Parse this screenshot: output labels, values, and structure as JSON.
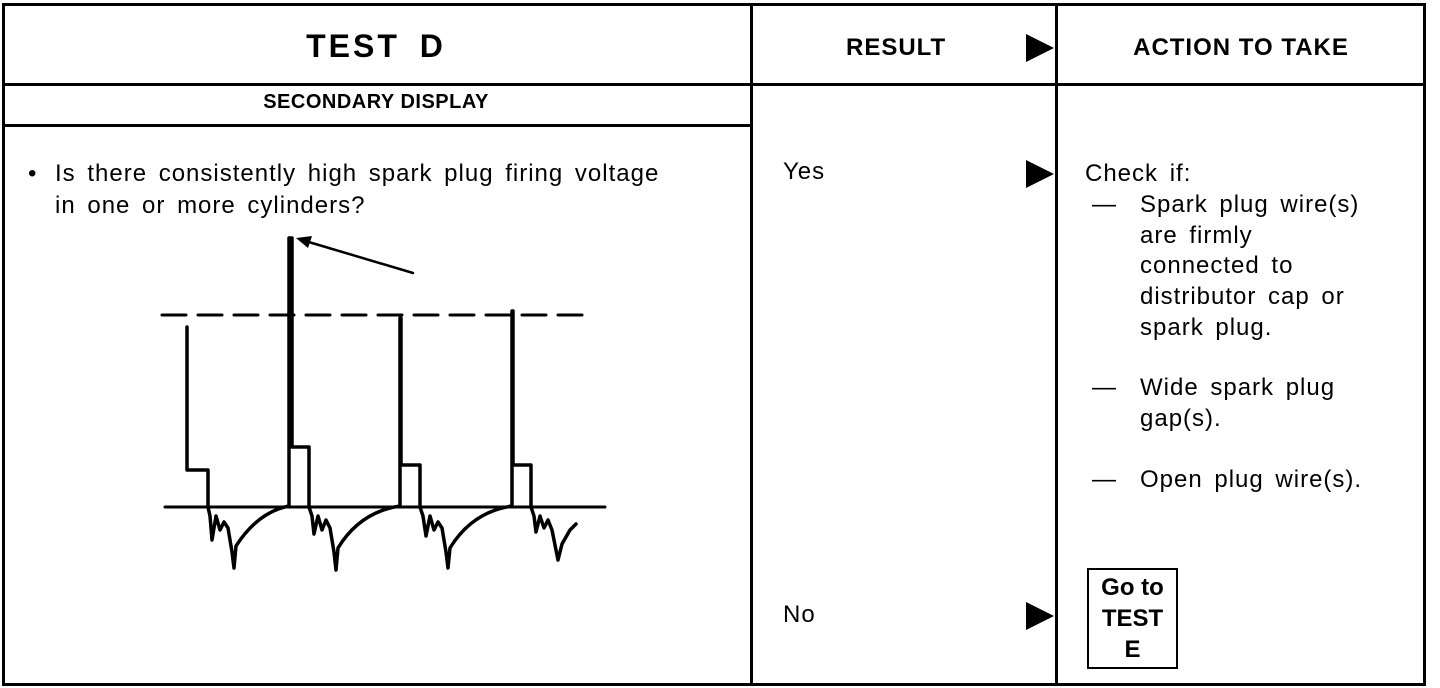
{
  "header": {
    "test_title": "TEST D",
    "result_label": "RESULT",
    "action_label": "ACTION TO TAKE"
  },
  "left": {
    "subheader": "SECONDARY DISPLAY",
    "bullet": "•",
    "question_line1": "Is there consistently high spark plug firing voltage",
    "question_line2": "in one or more cylinders?"
  },
  "results": {
    "yes": "Yes",
    "no": "No"
  },
  "actions": {
    "check_if": "Check if:",
    "dash": "—",
    "item1_lines": [
      "Spark plug wire(s)",
      "are firmly",
      "connected to",
      "distributor cap or",
      "spark plug."
    ],
    "item2_lines": [
      "Wide spark plug",
      "gap(s)."
    ],
    "item3_lines": [
      "Open plug wire(s)."
    ],
    "goto_lines": [
      "Go to",
      "TEST",
      "E"
    ]
  }
}
